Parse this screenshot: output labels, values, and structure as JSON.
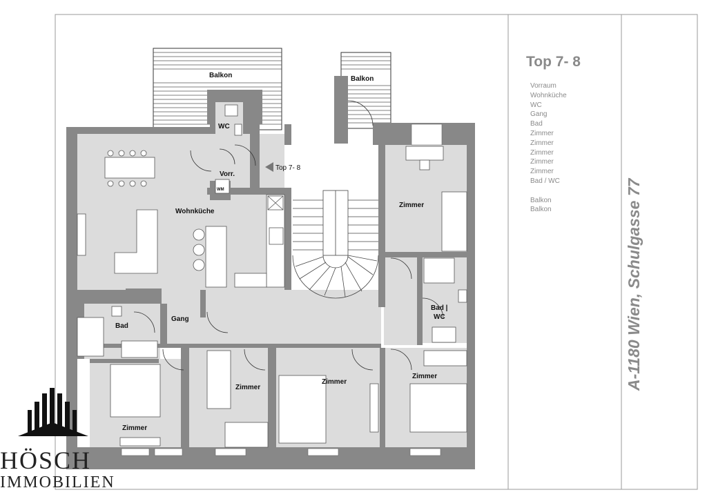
{
  "plan": {
    "rooms": {
      "balkon_left": "Balkon",
      "balkon_right": "Balkon",
      "wc": "WC",
      "vorraum": "Vorr.",
      "wm": "WM",
      "entrance": "Top 7- 8",
      "wohnkueche": "Wohnküche",
      "gang": "Gang",
      "bad": "Bad",
      "bad_wc": [
        "Bad |",
        "WC"
      ],
      "zimmer_ne": "Zimmer",
      "zimmer_sw": "Zimmer",
      "zimmer_s2": "Zimmer",
      "zimmer_s3": "Zimmer",
      "zimmer_se": "Zimmer"
    }
  },
  "sidebar": {
    "title": "Top 7- 8",
    "rooms": [
      "Vorraum",
      "Wohnküche",
      "WC",
      "Gang",
      "Bad",
      "Zimmer",
      "Zimmer",
      "Zimmer",
      "Zimmer",
      "Zimmer",
      "Bad / WC",
      "",
      "Balkon",
      "Balkon"
    ],
    "address": "A-1180 Wien, Schulgasse 77"
  },
  "logo": {
    "line1": "HÖSCH",
    "line2": "IMMOBILIEN"
  }
}
